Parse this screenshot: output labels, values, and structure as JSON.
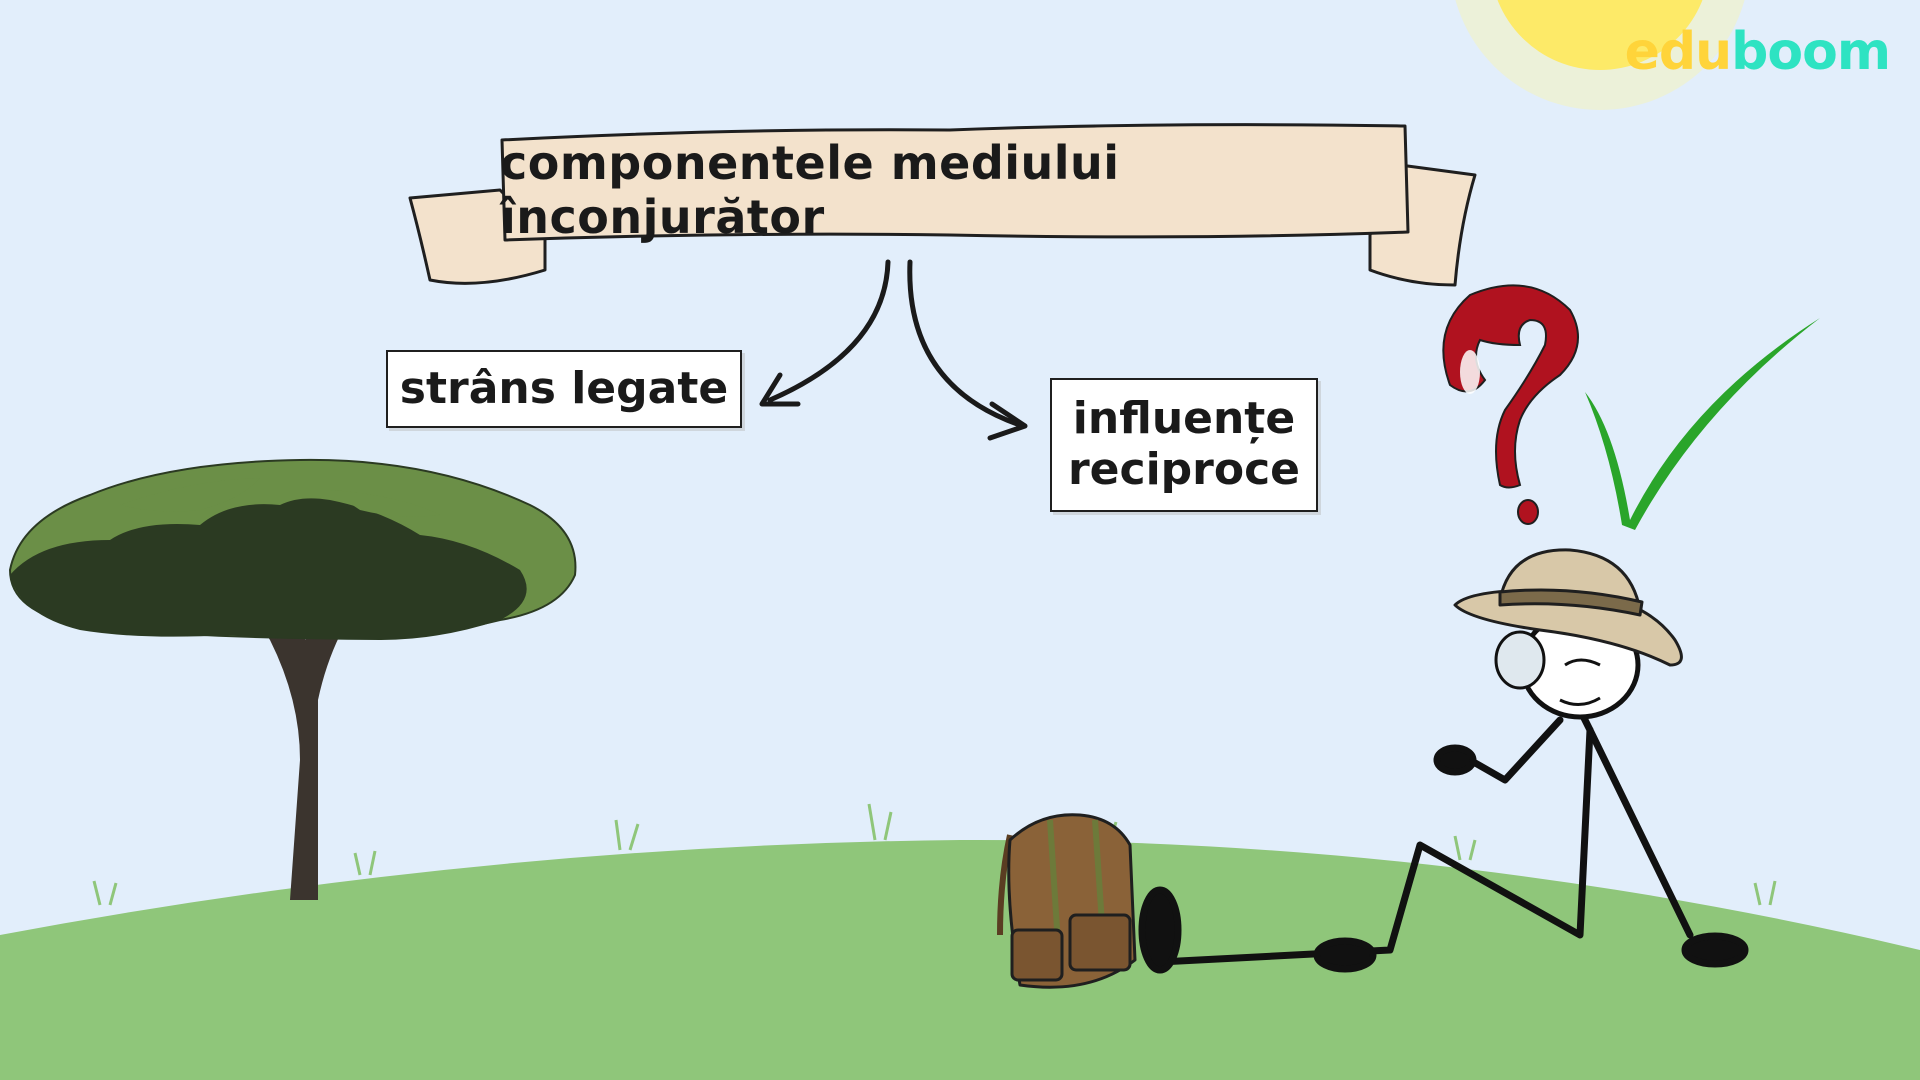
{
  "brand": {
    "part1": "edu",
    "part2": "boom",
    "color1": "#ffd43a",
    "color2": "#2ee3c2"
  },
  "banner": {
    "title": "componentele mediului înconjurător"
  },
  "boxes": {
    "left": "strâns legate",
    "right_line1": "influențe",
    "right_line2": "reciproce"
  },
  "colors": {
    "sky": "#e2eefb",
    "grass": "#8fc67a",
    "tree_light": "#6b8f47",
    "tree_dark": "#2b3a22",
    "trunk": "#3b342e",
    "question_mark": "#b0121f",
    "checkmark": "#2aa52a",
    "scroll": "#f3e2cc",
    "backpack": "#8a6238",
    "sun": "#ffe13a"
  }
}
